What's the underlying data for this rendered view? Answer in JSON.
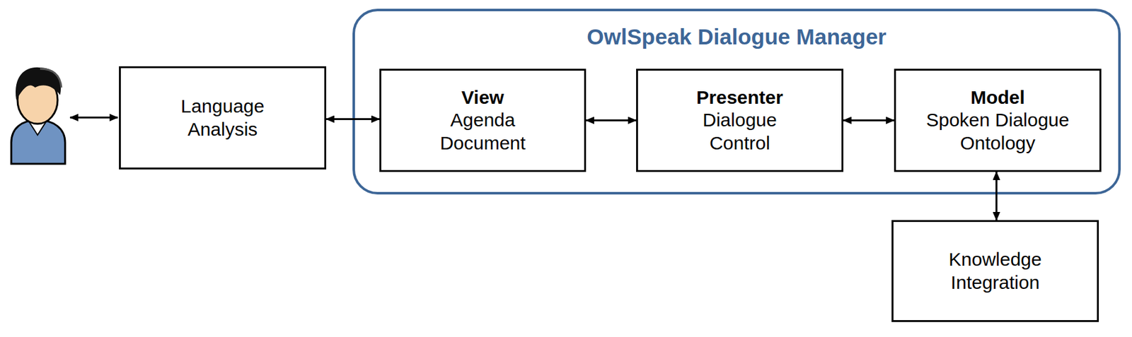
{
  "diagram": {
    "nodes": [
      {
        "text": [
          "Language Analysis"
        ]
      },
      {
        "text": [
          "OwlSpeak Dialogue Manager"
        ]
      },
      {
        "text": [
          "View",
          "Agenda Document"
        ],
        "in": 1
      },
      {
        "text": [
          "Presenter",
          "Dialogue Control"
        ],
        "in": 1
      },
      {
        "text": [
          "Model",
          "Spoken Dialogue Ontology"
        ],
        "in": 1
      },
      {
        "text": [
          "Knowledge Integration"
        ]
      }
    ],
    "edges": [
      {
        "from": 0,
        "to": 2,
        "arrow": "both"
      },
      {
        "from": 2,
        "to": 3,
        "arrow": "both"
      },
      {
        "from": 3,
        "to": 4,
        "arrow": "both"
      },
      {
        "from": 4,
        "to": 5,
        "arrow": "both"
      }
    ]
  }
}
